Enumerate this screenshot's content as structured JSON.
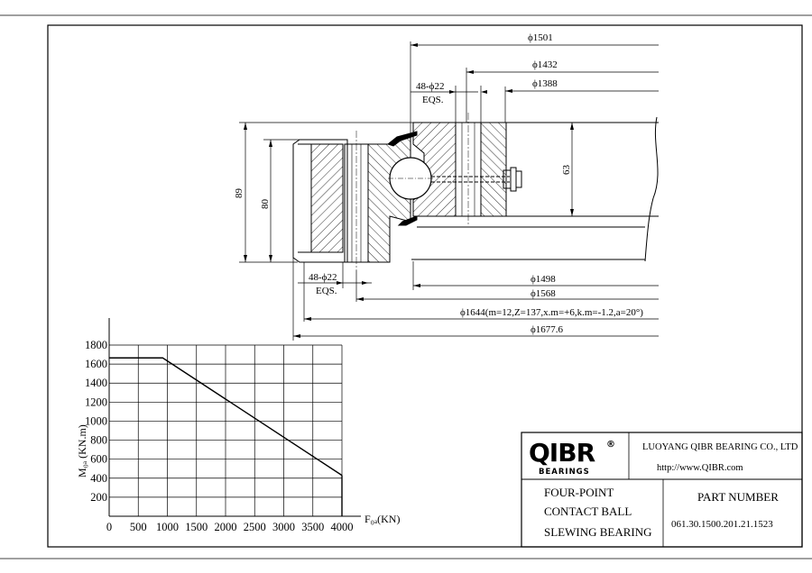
{
  "dimensions": {
    "d1501": "ϕ1501",
    "d1432": "ϕ1432",
    "d1388": "ϕ1388",
    "d1498": "ϕ1498",
    "d1568": "ϕ1568",
    "d1644": "ϕ1644(m=12,Z=137,x.m=+6,k.m=-1.2,a=20°)",
    "d1677": "ϕ1677.6",
    "holes_outer": "48-ϕ22",
    "eqs_outer": "EQS.",
    "holes_inner": "48-ϕ22",
    "eqs_inner": "EQS.",
    "h89": "89",
    "h80": "80",
    "h63": "63"
  },
  "chart_data": {
    "type": "line",
    "title": "",
    "xlabel": "F₀ₐ(KN)",
    "ylabel": "M₀ₐ (KN.m)",
    "xlim": [
      0,
      4000
    ],
    "ylim": [
      0,
      1800
    ],
    "xticks": [
      0,
      500,
      1000,
      1500,
      2000,
      2500,
      3000,
      3500,
      4000
    ],
    "yticks": [
      200,
      400,
      600,
      800,
      1000,
      1200,
      1400,
      1600,
      1800
    ],
    "grid": true,
    "series": [
      {
        "x": [
          0,
          920,
          4000
        ],
        "y": [
          1665,
          1665,
          430
        ]
      }
    ]
  },
  "title_block": {
    "logo": "QIBR",
    "logo_mark": "®",
    "logo_sub": "BEARINGS",
    "company": "LUOYANG QIBR BEARING CO., LTD",
    "url": "http://www.QIBR.com",
    "desc_line1": "FOUR-POINT",
    "desc_line2": "CONTACT BALL",
    "desc_line3": "SLEWING BEARING",
    "part_label": "PART  NUMBER",
    "part_number": "061.30.1500.201.21.1523"
  }
}
